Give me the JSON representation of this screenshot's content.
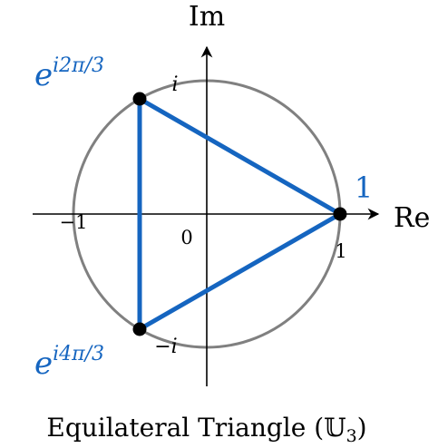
{
  "axes": {
    "real_label": "Re",
    "imag_label": "Im",
    "origin_label": "0",
    "tick_pos_one": "1",
    "tick_neg_one": "−1",
    "tick_i": "i",
    "tick_neg_i": "−i"
  },
  "vertices": {
    "one": "1",
    "omega_base": "e",
    "omega_exp": "i2π/3",
    "omega2_base": "e",
    "omega2_exp": "i4π/3"
  },
  "caption": {
    "text_prefix": "Equilateral Triangle (",
    "symbol": "𝕌",
    "subscript": "3",
    "text_suffix": ")"
  },
  "colors": {
    "triangle": "#1565c0",
    "circle": "#808080",
    "axis": "#000000",
    "vertex": "#000000"
  }
}
